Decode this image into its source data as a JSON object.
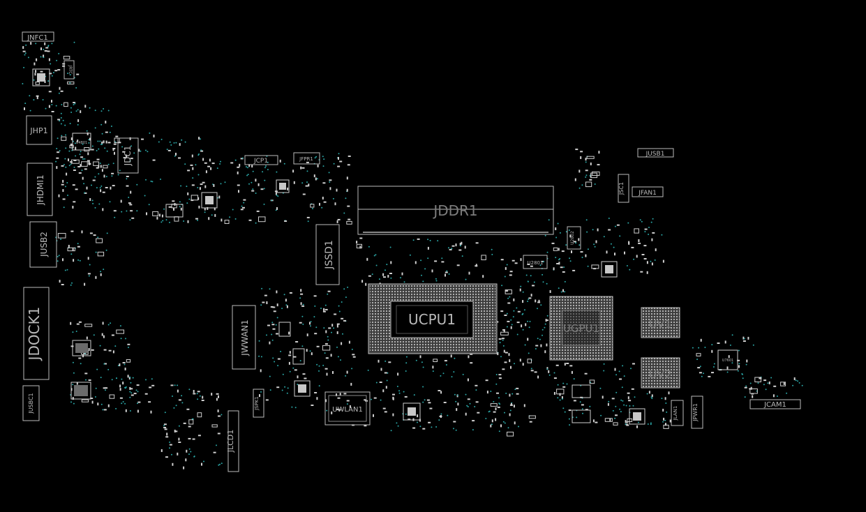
{
  "board": {
    "background": "#000000",
    "outline_color": "#bdbdbd",
    "via_color": "#2aa6a6",
    "pad_color": "#d0d0d0"
  },
  "labels": {
    "jnfc1": "JNFC1",
    "jhp1": "JHP1",
    "jhdmi1": "JHDMI1",
    "jusb2": "JUSB2",
    "jdock1": "JDOCK1",
    "jusbc1": "JUSBC1",
    "jdc1": "JDC1",
    "jcp1": "JCP1",
    "jfpr1": "JFPR1",
    "jddr1": "JDDR1",
    "jssd1": "JSSD1",
    "ucpu1": "UCPU1",
    "ugpu1": "UGPU1",
    "uv1": "UV1",
    "uv2": "UV2",
    "jwwan1": "JWWAN1",
    "uwlan1": "UWLAN1",
    "jspk1": "JSPK1",
    "jlcd1": "JLCD1",
    "jusb1": "JUSB1",
    "jfan1": "JFAN1",
    "jsc1": "JSC1",
    "jlan1": "JLAN1",
    "jpwr1": "JPWR1",
    "jcam1": "JCAM1",
    "u2801": "U2801",
    "u2802": "U2802",
    "jrtc": "JRTC",
    "u4801": "U4801",
    "u7601": "U7601"
  }
}
